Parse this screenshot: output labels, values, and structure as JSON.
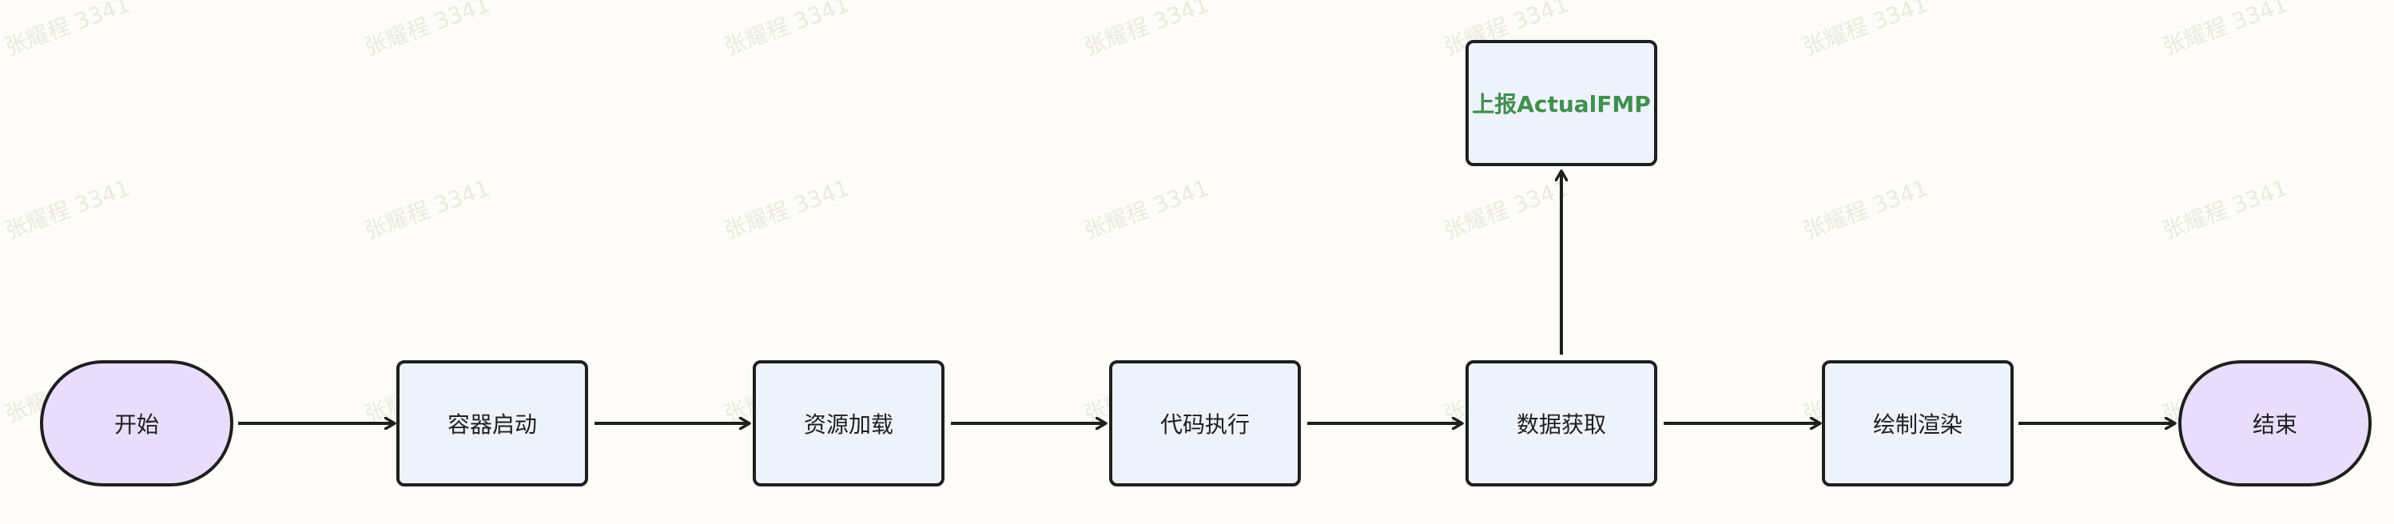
{
  "watermark_text": "张耀程 3341",
  "nodes": {
    "start": "开始",
    "container": "容器启动",
    "resources": "资源加载",
    "code": "代码执行",
    "data": "数据获取",
    "render": "绘制渲染",
    "end": "结束",
    "report": "上报ActualFMP"
  },
  "colors": {
    "process_fill": "#eef2fb",
    "terminal_fill": "#e8defb",
    "report_text": "#3f8f4f",
    "stroke": "#1f1f1f"
  }
}
